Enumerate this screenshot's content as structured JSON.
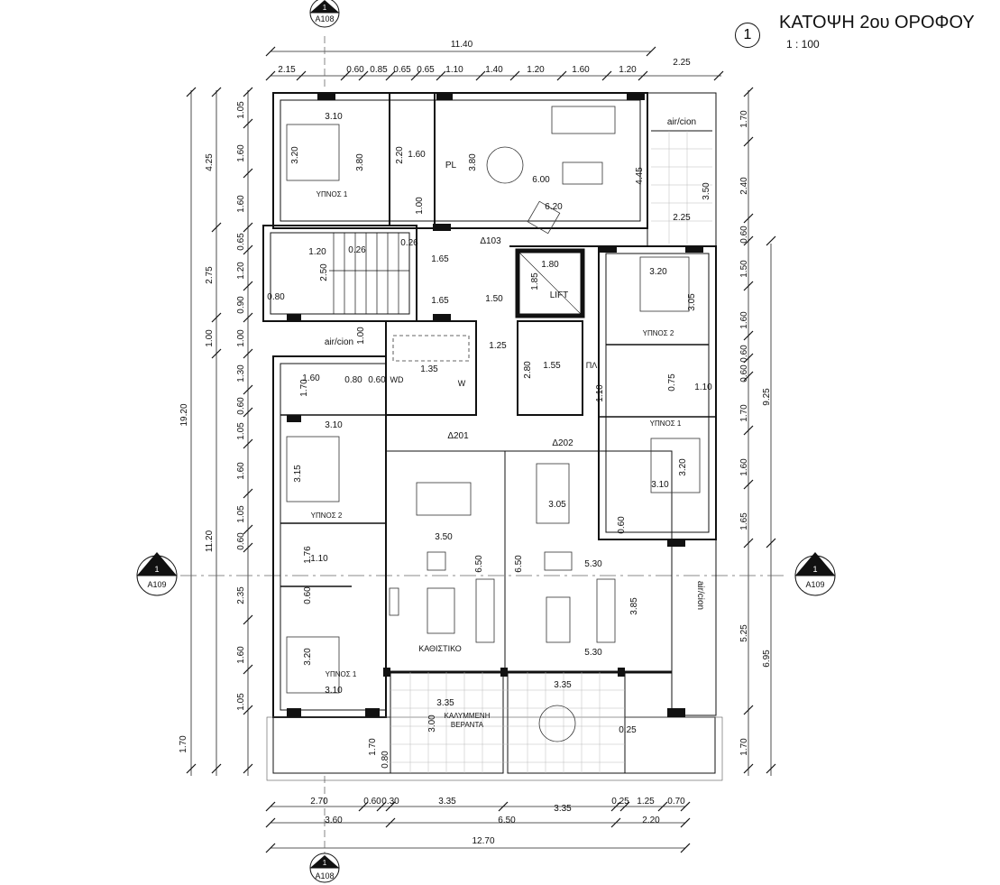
{
  "title": {
    "number": "1",
    "text": "ΚΑΤΟΨΗ 2ου ΟΡΟΦΟΥ",
    "scale": "1 : 100"
  },
  "section_markers": {
    "top": {
      "num": "1",
      "ref": "A108"
    },
    "bottom": {
      "num": "1",
      "ref": "A108"
    },
    "left": {
      "num": "1",
      "ref": "A109"
    },
    "right": {
      "num": "1",
      "ref": "A109"
    }
  },
  "dimensions": {
    "top_overall": "11.40",
    "top_chain": [
      "2.15",
      "0.60",
      "0.85",
      "0.65",
      "0.65",
      "1.10",
      "1.40",
      "1.20",
      "1.60",
      "1.20"
    ],
    "top_balcony": "2.25",
    "bottom_chain": [
      "2.70",
      "0.60",
      "0.30",
      "3.35",
      "3.35",
      "0.25",
      "1.25",
      "0.70"
    ],
    "bottom_groups": [
      "3.60",
      "6.50",
      "2.20"
    ],
    "bottom_overall": "12.70",
    "left_overall": "19.20",
    "left_groups": [
      "4.25",
      "2.75",
      "1.00",
      "11.20"
    ],
    "left_chain": [
      "1.05",
      "1.60",
      "1.60",
      "0.65",
      "1.20",
      "0.90",
      "1.00",
      "1.30",
      "0.60",
      "1.05",
      "1.60",
      "1.05",
      "0.60",
      "2.35",
      "1.60",
      "1.05",
      "1.70"
    ],
    "right_chain": [
      "1.70",
      "2.40",
      "0.60",
      "1.50",
      "1.60",
      "0.60",
      "0.60",
      "1.70",
      "1.60",
      "1.65",
      "5.25",
      "1.70"
    ],
    "right_groups": [
      "9.25",
      "6.95"
    ]
  },
  "rooms": {
    "top_bedroom_width": "3.10",
    "top_bedroom_depth": "3.20",
    "top_bedroom_h": "3.80",
    "top_bedroom_label": "ΥΠΝΟΣ 1",
    "top_bath": "2.20",
    "top_bath_w": "1.60",
    "top_pl": "PL",
    "top_kitchen_h": "3.80",
    "top_living_w": "6.00",
    "top_living_w2": "6.20",
    "top_living_h": "4.45",
    "top_door": "1.00",
    "top_balcony_label": "air/cion",
    "top_balcony_h": "3.50",
    "top_balcony_w": "2.25",
    "stair_dims": [
      "1.20",
      "0.26",
      "0.26",
      "2.50",
      "1.65",
      "1.65",
      "1.50",
      "0.80"
    ],
    "door_d103": "Δ103",
    "lift_label": "LIFT",
    "lift_w": "1.80",
    "lift_h": "1.85",
    "aircon_mid": "air/cion",
    "mid_door": "1.00",
    "utility_w": "1.35",
    "utility_wm": "WD",
    "utility_w2": "W",
    "corr_w": "1.25",
    "small_bath": "1.55",
    "small_bath_h": "2.80",
    "pl2": "ΠΛ",
    "pl2_h": "1.10",
    "d201": "Δ201",
    "d202": "Δ202",
    "right_bed2_w": "3.20",
    "right_bed2_h": "3.05",
    "right_bed2_label": "ΥΠΝΟΣ 2",
    "right_bath_dims": [
      "0.75",
      "1.10"
    ],
    "right_bed1_label": "ΥΠΝΟΣ 1",
    "right_bed1_w": "3.10",
    "right_bed1_h": "3.20",
    "right_bed1_d": "0.60",
    "left_bath": [
      "1.60",
      "1.70",
      "0.80",
      "0.60"
    ],
    "left_bed2_w": "3.10",
    "left_bed2_h": "3.15",
    "left_bed2_label": "ΥΠΝΟΣ 2",
    "left_bath2": [
      "1.76",
      "1.10",
      "0.60"
    ],
    "left_bed1_label": "ΥΠΝΟΣ 1",
    "left_bed1_w": "3.10",
    "left_bed1_h": "3.20",
    "living_left_w": "3.50",
    "living_left_h": "6.50",
    "living_left_label": "ΚΑΘΙΣΤΙΚΟ",
    "living_right_dining": "3.05",
    "living_right_h": "6.50",
    "living_right_w": "5.30",
    "living_right_w2": "5.30",
    "living_right_h2": "3.85",
    "aircon_right": "air/cion",
    "veranda_left_w": "3.35",
    "veranda_left_h": "3.00",
    "veranda_label1": "ΚΑΛΥΜΜΕΝΗ",
    "veranda_label2": "ΒΕΡΑΝΤΑ",
    "veranda_right_w": "3.35",
    "veranda_h": "1.70",
    "veranda_gap": "0.80",
    "veranda_right_gap": "0.25"
  },
  "colors": {
    "wall": "#111111",
    "line": "#333333",
    "text": "#111111"
  }
}
